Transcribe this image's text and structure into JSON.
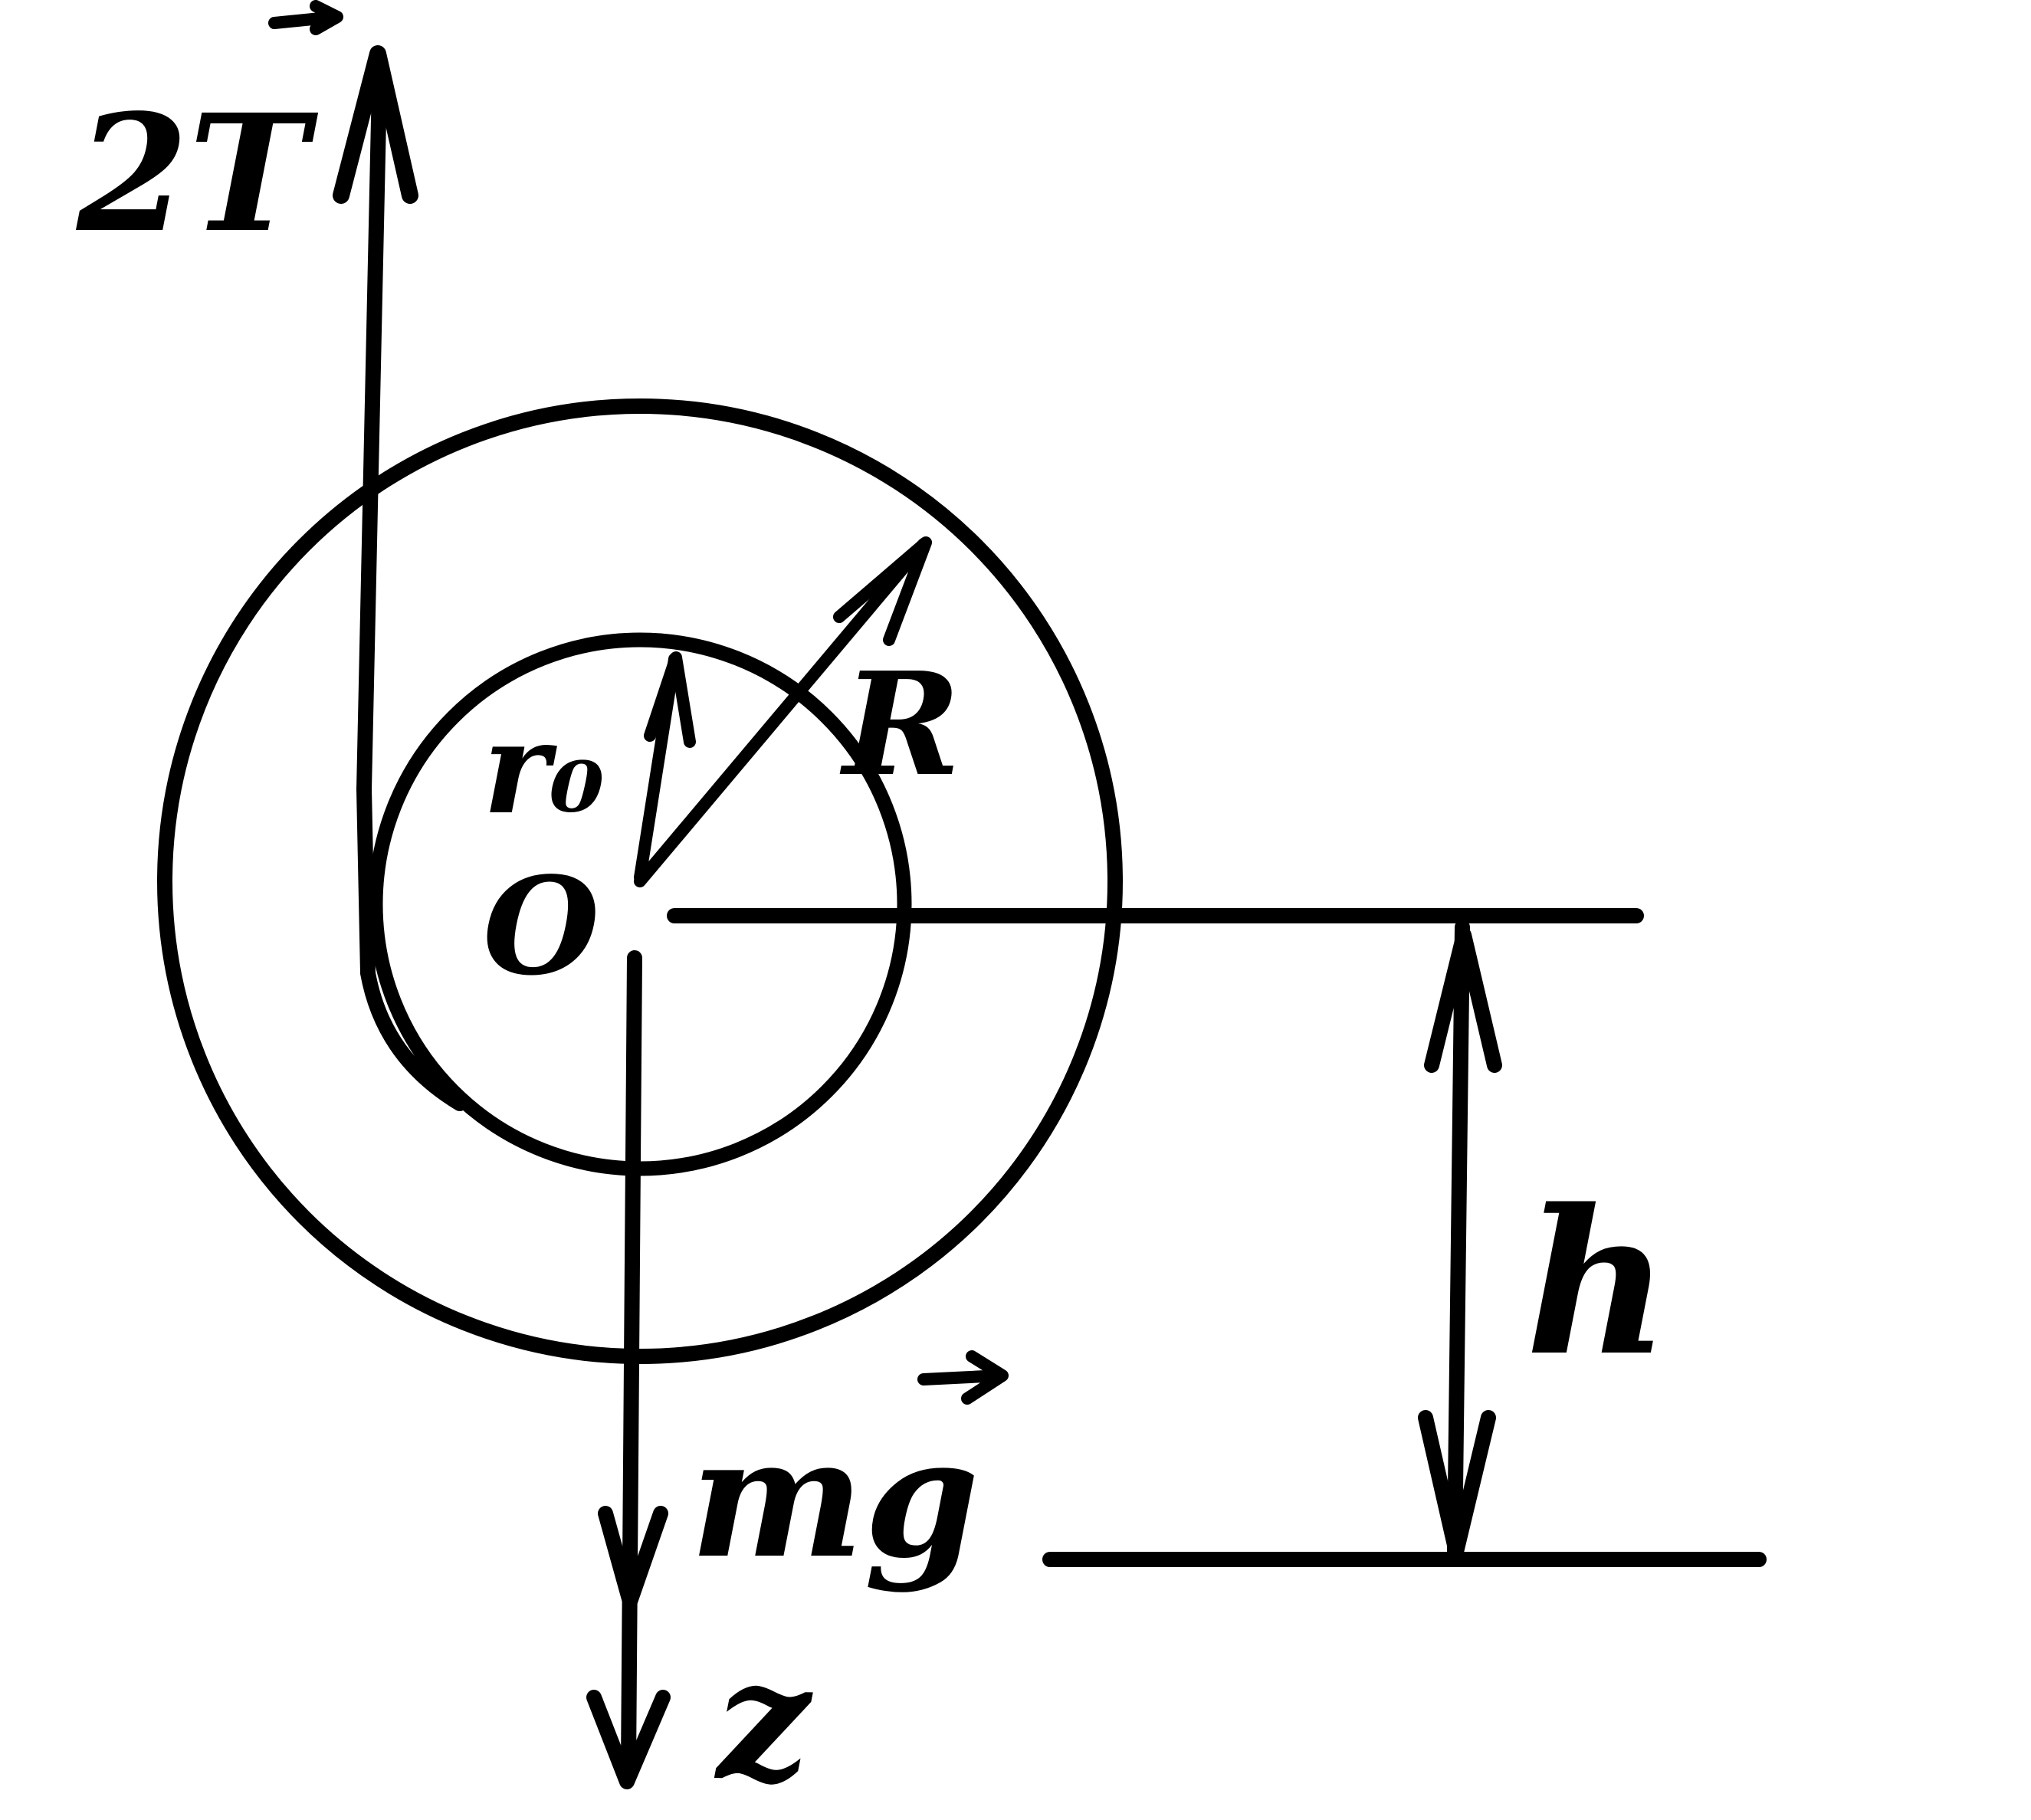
{
  "colors": {
    "ink": "#000000",
    "paper": "#ffffff"
  },
  "labels": {
    "tension": "2T",
    "radius_inner": "r₀",
    "radius_outer": "R",
    "center": "O",
    "weight": "mg",
    "axis": "z",
    "height": "h"
  }
}
